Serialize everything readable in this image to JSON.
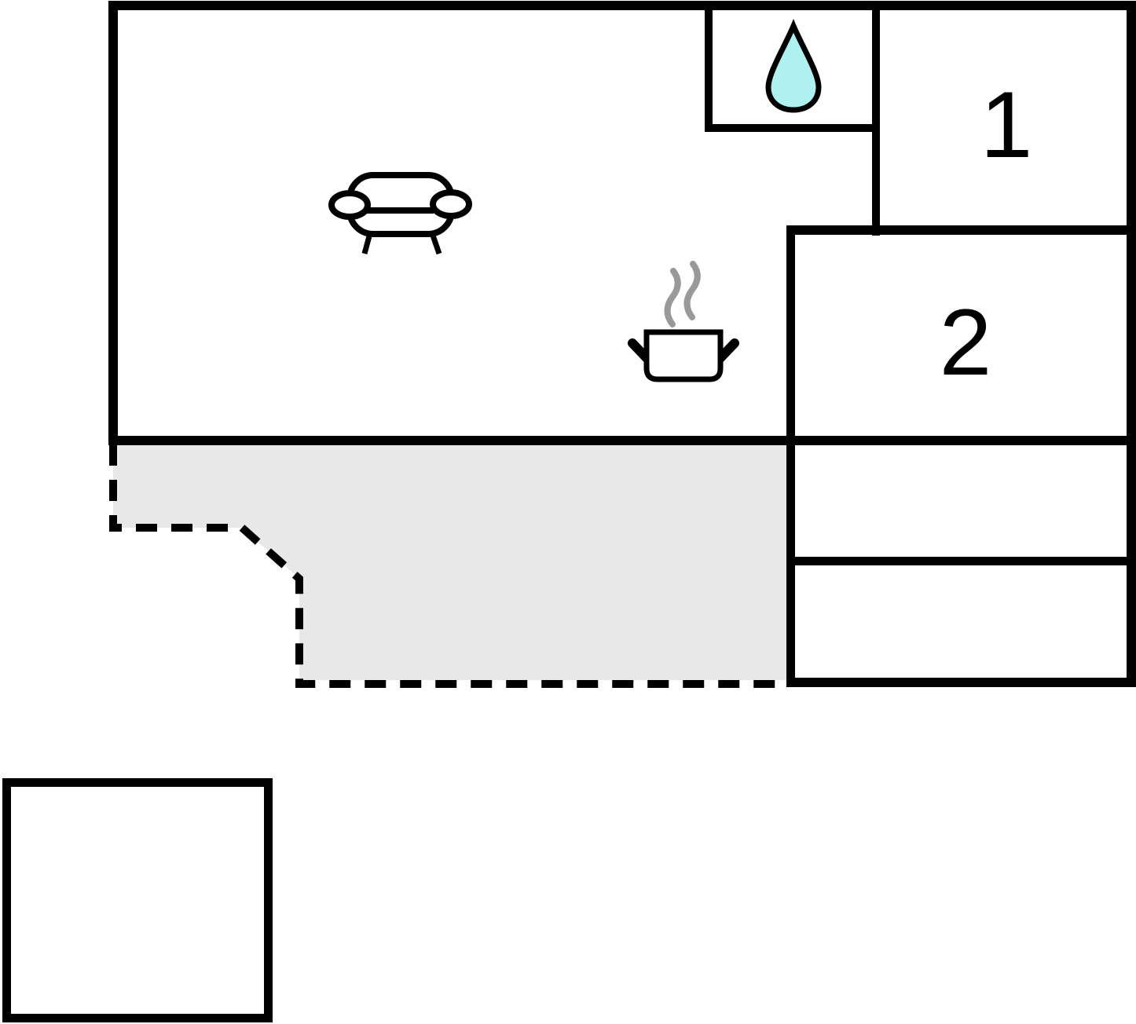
{
  "floorplan": {
    "type": "floor-plan",
    "rooms": [
      {
        "label": "1"
      },
      {
        "label": "2"
      }
    ],
    "icons": {
      "bathroom": "water-drop",
      "living_area": "sofa",
      "kitchen": "cooking-pot-with-steam"
    },
    "terrace": {
      "boundary_style": "dashed"
    },
    "colors": {
      "background": "#ffffff",
      "wall": "#000000",
      "terrace_fill": "#e8e8e8",
      "water_drop_fill": "#aff0f0",
      "water_drop_stroke": "#000000",
      "steam": "#999999"
    }
  }
}
